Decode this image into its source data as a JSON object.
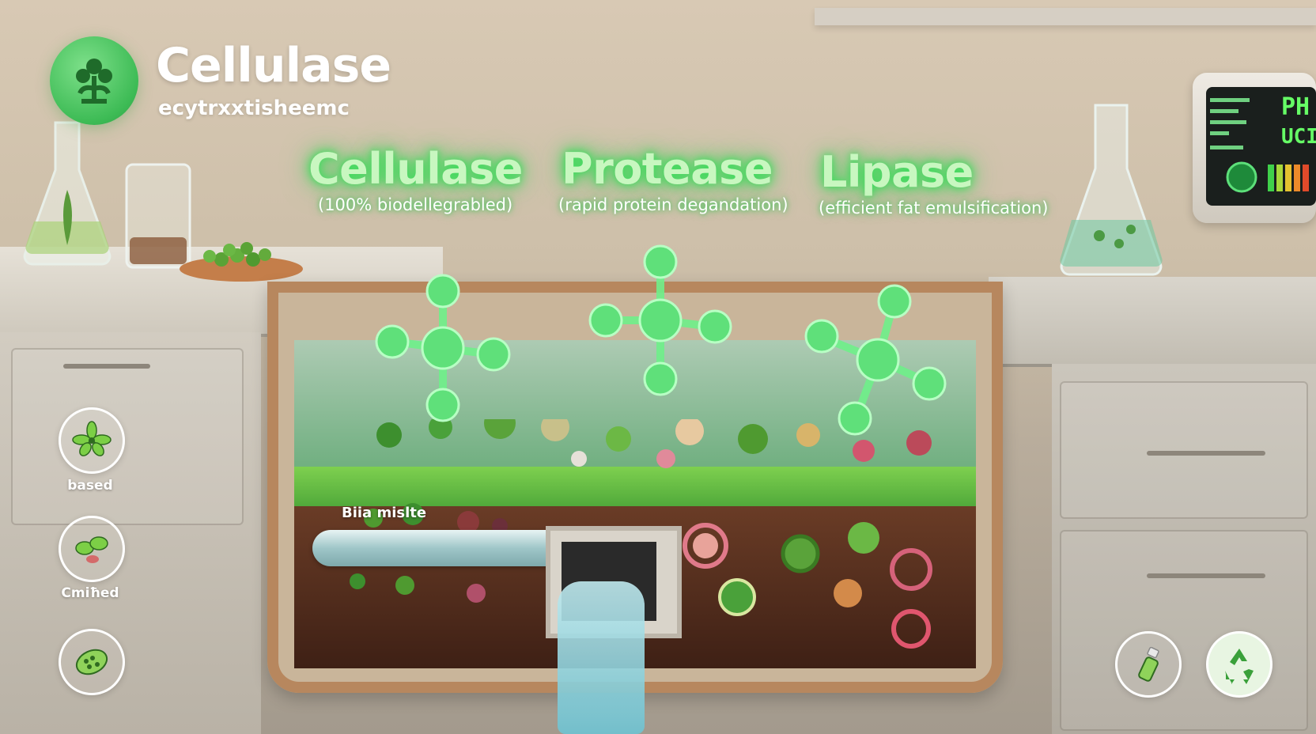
{
  "brand": {
    "title": "Cellulase",
    "subtitle": "ecytrxxtisheemc"
  },
  "enzymes": [
    {
      "name": "Cellulase",
      "description": "(100% biodellegrabled)"
    },
    {
      "name": "Protease",
      "description": "(rapid protein degandation)"
    },
    {
      "name": "Lipase",
      "description": "(efficient fat emulsification)"
    }
  ],
  "side_icons": [
    {
      "label": "based",
      "icon": "leaf-icon"
    },
    {
      "label": "Cmiħed",
      "icon": "microbe-icon"
    },
    {
      "label": "",
      "icon": "cell-icon"
    }
  ],
  "bottom_icons": [
    "spray-bottle-icon",
    "recycle-icon"
  ],
  "tank": {
    "label": "Biia mislte"
  },
  "meter": {
    "value": "PH",
    "value2": "UCI"
  },
  "colors": {
    "accent": "#3dbb55",
    "glow": "#38e05a",
    "soil": "#4a2818"
  }
}
